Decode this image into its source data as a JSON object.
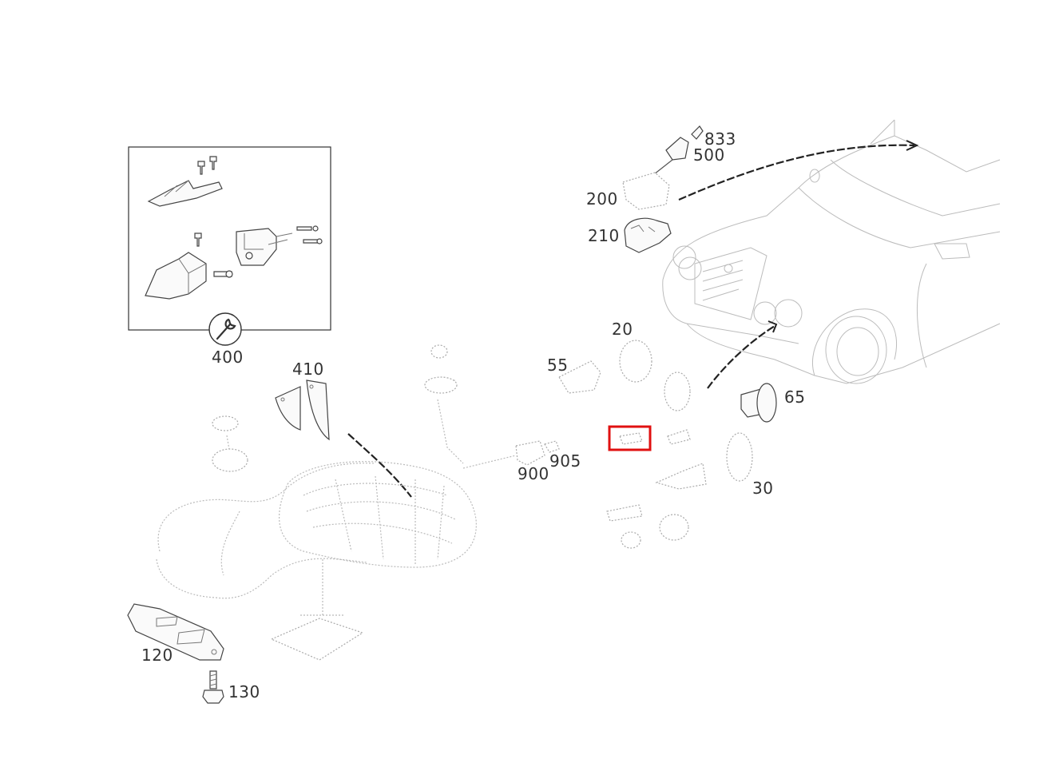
{
  "diagram": {
    "callouts": {
      "c833": "833",
      "c500": "500",
      "c200": "200",
      "c210": "210",
      "c400": "400",
      "c410": "410",
      "c20": "20",
      "c55": "55",
      "c65": "65",
      "c30": "30",
      "c900": "900",
      "c905": "905",
      "c120": "120",
      "c130": "130"
    },
    "selected_callout": "selected-part-box",
    "colors": {
      "highlight": "#e01010",
      "ink": "#333333",
      "faint": "#aaaaaa"
    },
    "icons": {
      "service": "wrench-icon"
    }
  }
}
